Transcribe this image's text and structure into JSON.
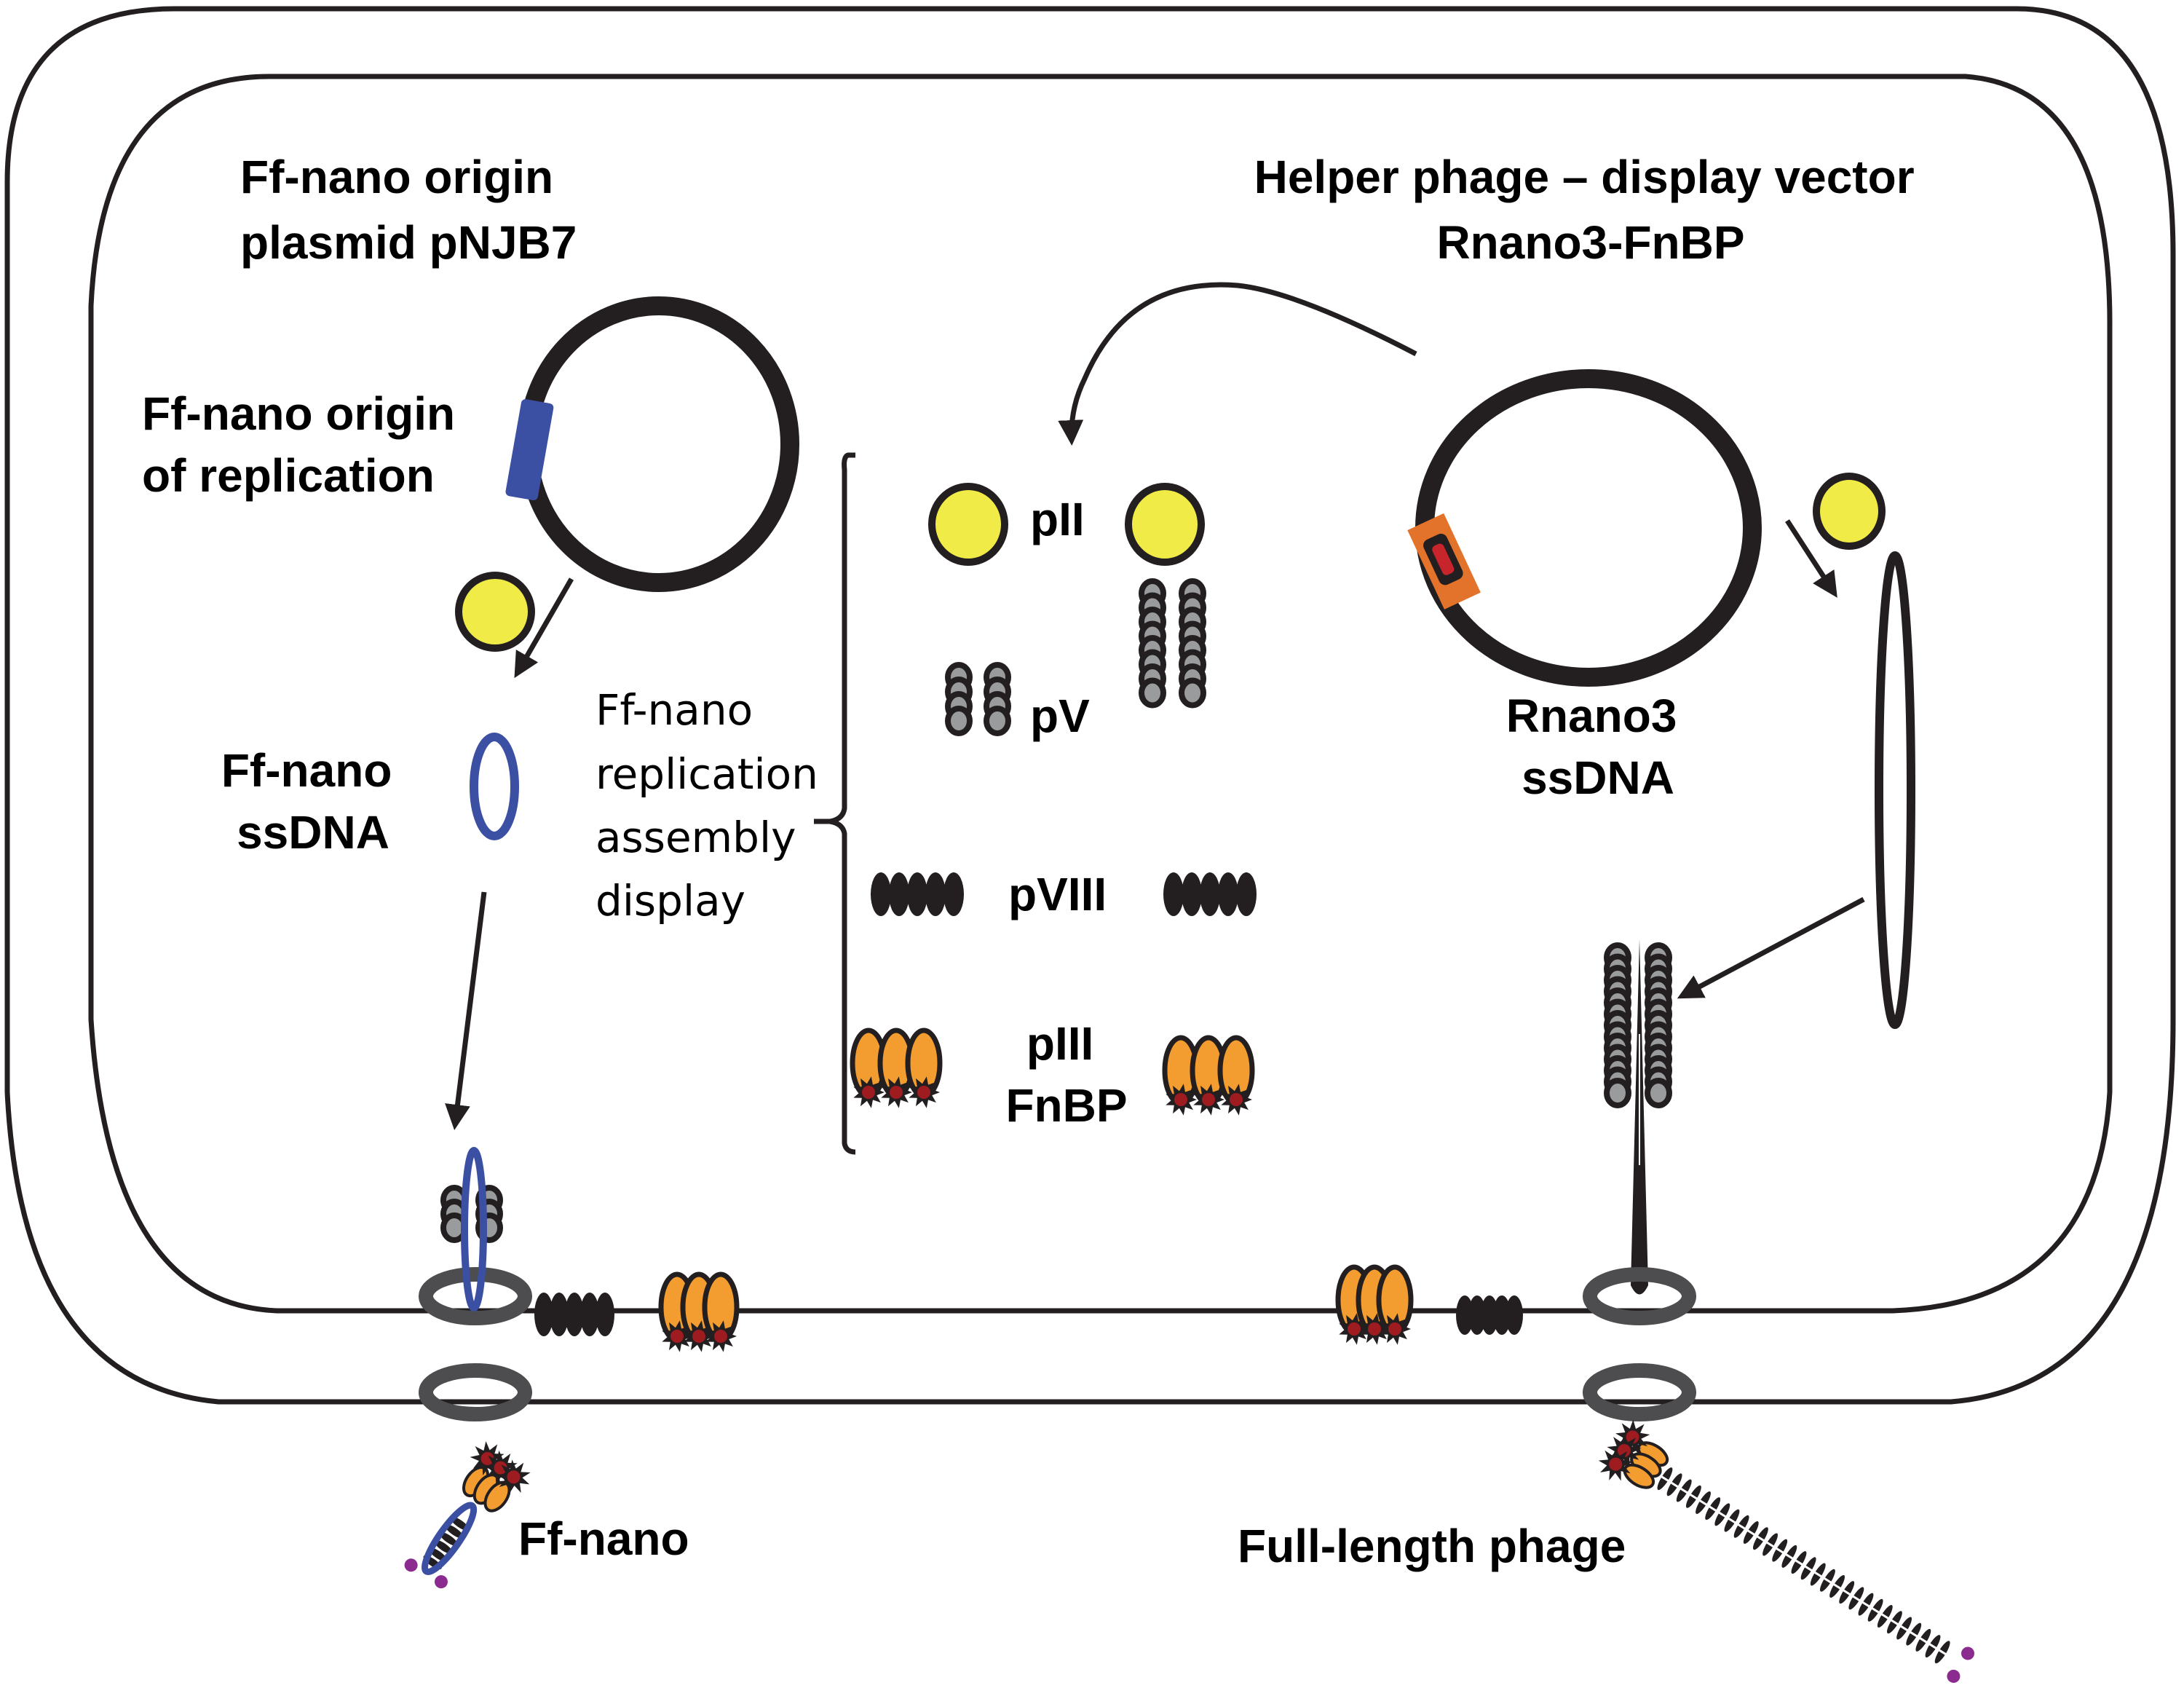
{
  "diagram": {
    "title_left": [
      "Ff-nano origin",
      "plasmid pNJB7"
    ],
    "title_right": [
      "Helper phage – display vector",
      "Rnano3-FnBP"
    ],
    "origin_label": [
      "Ff-nano origin",
      "of replication"
    ],
    "ffnano_ssdna_label": [
      "Ff-nano",
      "ssDNA"
    ],
    "rnano3_ssdna_label": [
      "Rnano3",
      "ssDNA"
    ],
    "bracket_note": [
      "Ff-nano",
      "replication",
      "assembly",
      "display"
    ],
    "proteins": {
      "pII": "pII",
      "pV": "pV",
      "pVIII": "pVIII",
      "pIII": [
        "pIII",
        "FnBP"
      ]
    },
    "products": {
      "ffnano": "Ff-nano",
      "full_length": "Full-length phage"
    },
    "colors": {
      "pII_yellow": "#f0eb46",
      "pV_gray": "#9a9b9d",
      "pIII_orange": "#f39c2f",
      "fnbp_red": "#9e1b20",
      "ffnano_blue": "#3b4fa3",
      "rnano_orange": "#e3722a",
      "rnano_red": "#c8242b",
      "pore_gray": "#4d4d4f",
      "tip_purple": "#8b2a8f",
      "outline": "#231f20"
    }
  }
}
